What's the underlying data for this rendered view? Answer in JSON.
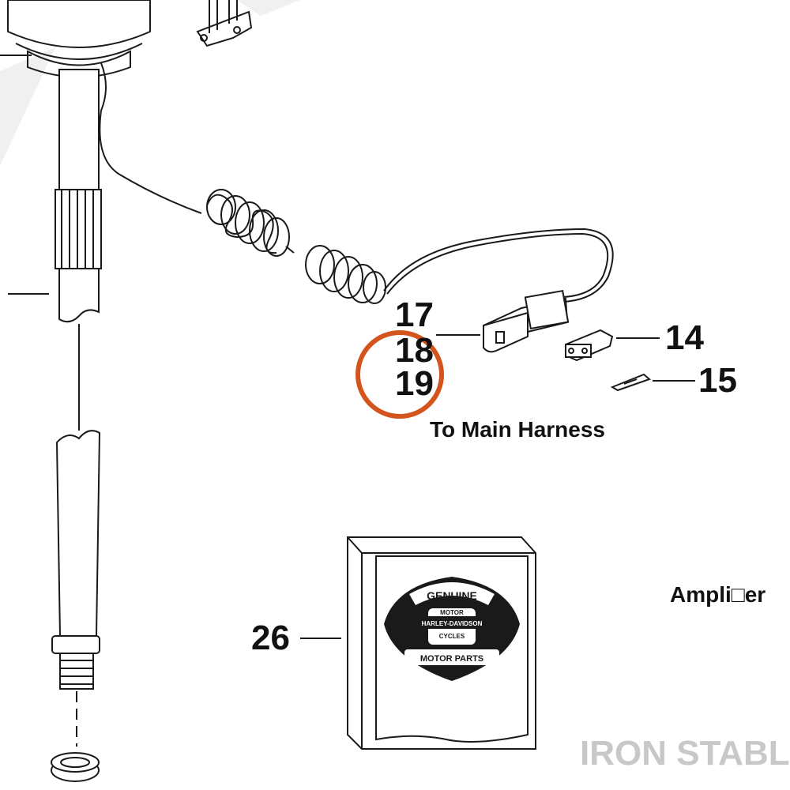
{
  "callouts": {
    "c17": "17",
    "c18": "18",
    "c19": "19",
    "c14": "14",
    "c15": "15",
    "c26": "26"
  },
  "labels": {
    "to_main_harness": "To Main Harness",
    "amplifier": "Ampli□er"
  },
  "logo": {
    "genuine": "GENUINE",
    "motor": "MOTOR",
    "harley": "HARLEY-DAVIDSON",
    "cycles": "CYCLES",
    "motor_parts": "MOTOR PARTS"
  },
  "watermark": "IRON STABLE",
  "colors": {
    "highlight_circle": "#d4541e",
    "ink": "#1a1a1a",
    "watermark": "#c8c8c8"
  }
}
